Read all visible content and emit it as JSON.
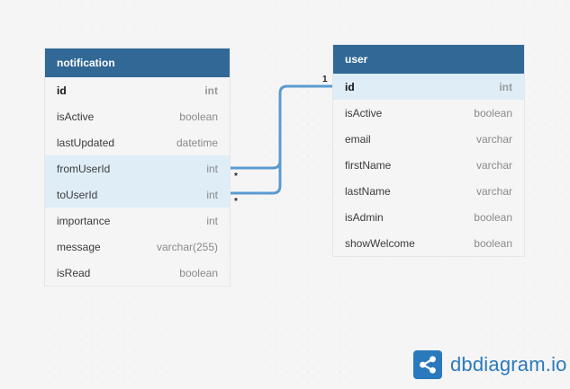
{
  "tables": {
    "notification": {
      "title": "notification",
      "columns": [
        {
          "name": "id",
          "type": "int"
        },
        {
          "name": "isActive",
          "type": "boolean"
        },
        {
          "name": "lastUpdated",
          "type": "datetime"
        },
        {
          "name": "fromUserId",
          "type": "int"
        },
        {
          "name": "toUserId",
          "type": "int"
        },
        {
          "name": "importance",
          "type": "int"
        },
        {
          "name": "message",
          "type": "varchar(255)"
        },
        {
          "name": "isRead",
          "type": "boolean"
        }
      ]
    },
    "user": {
      "title": "user",
      "columns": [
        {
          "name": "id",
          "type": "int"
        },
        {
          "name": "isActive",
          "type": "boolean"
        },
        {
          "name": "email",
          "type": "varchar"
        },
        {
          "name": "firstName",
          "type": "varchar"
        },
        {
          "name": "lastName",
          "type": "varchar"
        },
        {
          "name": "isAdmin",
          "type": "boolean"
        },
        {
          "name": "showWelcome",
          "type": "boolean"
        }
      ]
    }
  },
  "relations": {
    "one_label": "1",
    "many_label_1": "*",
    "many_label_2": "*",
    "line_color": "#5b9bd0"
  },
  "branding": {
    "logo_text": "dbdiagram.io",
    "logo_icon": "share-nodes-icon",
    "brand_color": "#2a79bd",
    "header_color": "#316896"
  }
}
